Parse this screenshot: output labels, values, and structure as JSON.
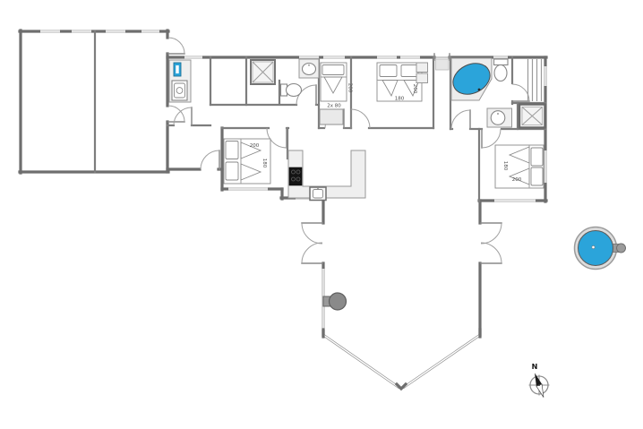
{
  "plan": {
    "kind": "holiday-house-floor-plan",
    "labels": {
      "bunk_room_bed": "2x 80",
      "bunk_room_length": "200",
      "bedroom_middle_bed": "180",
      "bedroom_middle_length": "200",
      "bedroom_left_length": "200",
      "bedroom_left_bed": "180",
      "bedroom_right_bed": "180",
      "bedroom_right_length": "200",
      "compass_north": "N"
    },
    "colors": {
      "spa_tub": "#2BA4DA",
      "hot_tub": "#2BA4DA",
      "tap_fixture": "#2BA4DA",
      "wall": "#6E6E6E",
      "cooktop": "#141414",
      "stove": "#8A8A8A"
    }
  }
}
